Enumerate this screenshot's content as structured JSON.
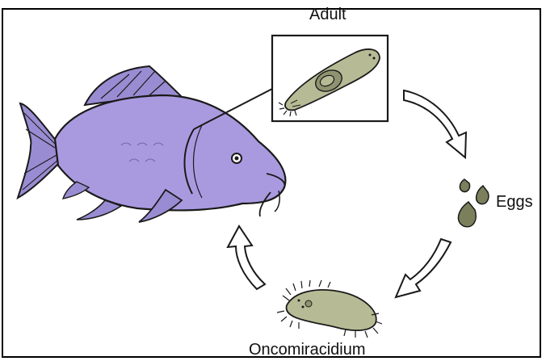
{
  "labels": {
    "adult": "Adult",
    "eggs": "Eggs",
    "oncomiracidium": "Oncomiracidium"
  },
  "colors": {
    "fish_body": "#a99ae0",
    "fish_fin": "#9a8cd2",
    "parasite": "#b7bb95",
    "egg": "#7c7f5c",
    "outline": "#1a1a1a"
  }
}
